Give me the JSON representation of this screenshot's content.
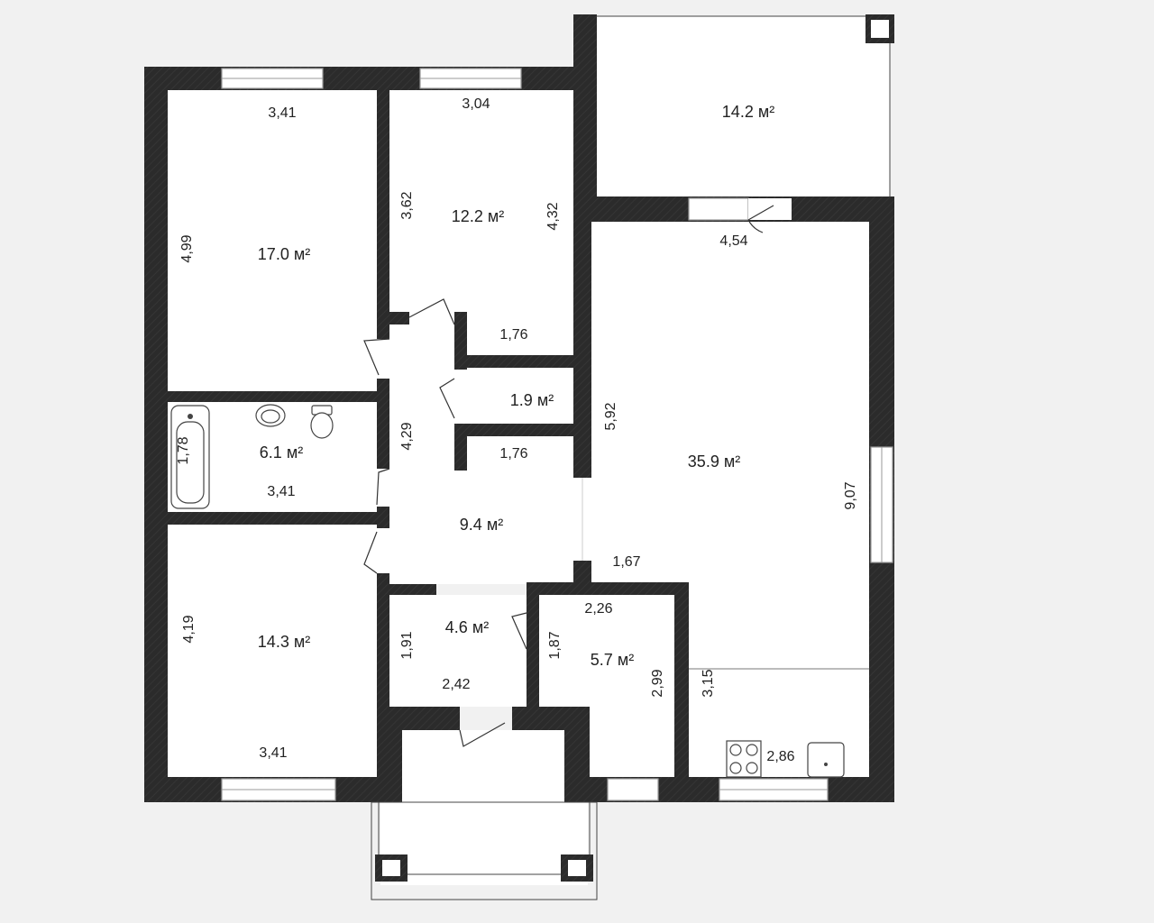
{
  "rooms": {
    "bedroom_top_left": {
      "area": "17.0 м²",
      "width": "3,41",
      "height": "4,99"
    },
    "bedroom_top_mid": {
      "area": "12.2 м²",
      "width": "3,04",
      "height_left": "3,62",
      "height_right": "4,32",
      "bottom": "1,76"
    },
    "balcony_top": {
      "area": "14.2 м²"
    },
    "storage": {
      "area": "1.9 м²",
      "width": "1,76"
    },
    "bathroom": {
      "area": "6.1 м²",
      "width": "3,41",
      "height": "1,78"
    },
    "hallway": {
      "area": "9.4 м²",
      "height": "4,29"
    },
    "living_kitchen": {
      "area": "35.9 м²",
      "top": "4,54",
      "left": "5,92",
      "right": "9,07",
      "inner": "1,67",
      "kitchen_depth": "3,15",
      "kitchen_width": "2,86"
    },
    "bedroom_bottom_left": {
      "area": "14.3 м²",
      "width": "3,41",
      "height": "4,19"
    },
    "entry": {
      "area": "4.6 м²",
      "width": "2,42",
      "height": "1,91"
    },
    "small_room": {
      "area": "5.7 м²",
      "width": "2,26",
      "height": "2,99",
      "left": "1,87"
    }
  },
  "fixtures": [
    "bathtub-icon",
    "sink-icon",
    "toilet-icon",
    "stove-icon",
    "kitchen-sink-icon"
  ],
  "colors": {
    "wall": "#2b2b2b",
    "floor": "#ffffff",
    "background": "#f1f1f1"
  }
}
